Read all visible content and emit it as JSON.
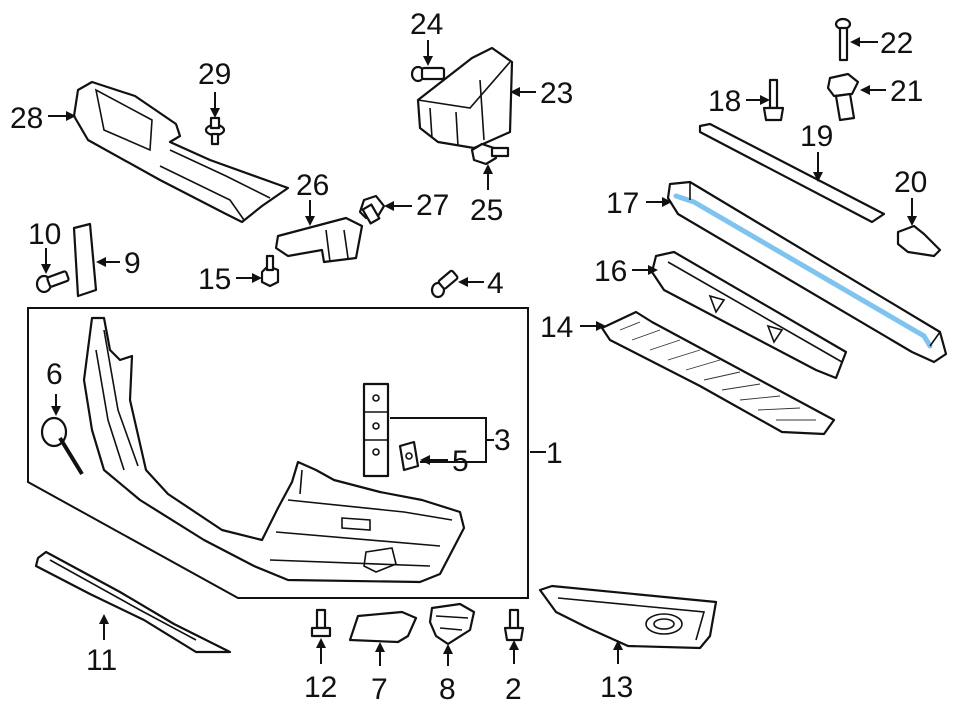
{
  "callouts": [
    {
      "id": "c1",
      "text": "1"
    },
    {
      "id": "c2",
      "text": "2"
    },
    {
      "id": "c3",
      "text": "3"
    },
    {
      "id": "c4",
      "text": "4"
    },
    {
      "id": "c5",
      "text": "5"
    },
    {
      "id": "c6",
      "text": "6"
    },
    {
      "id": "c7",
      "text": "7"
    },
    {
      "id": "c8",
      "text": "8"
    },
    {
      "id": "c9",
      "text": "9"
    },
    {
      "id": "c10",
      "text": "10"
    },
    {
      "id": "c11",
      "text": "11"
    },
    {
      "id": "c12",
      "text": "12"
    },
    {
      "id": "c13",
      "text": "13"
    },
    {
      "id": "c14",
      "text": "14"
    },
    {
      "id": "c15",
      "text": "15"
    },
    {
      "id": "c16",
      "text": "16"
    },
    {
      "id": "c17",
      "text": "17"
    },
    {
      "id": "c18",
      "text": "18"
    },
    {
      "id": "c19",
      "text": "19"
    },
    {
      "id": "c20",
      "text": "20"
    },
    {
      "id": "c21",
      "text": "21"
    },
    {
      "id": "c22",
      "text": "22"
    },
    {
      "id": "c23",
      "text": "23"
    },
    {
      "id": "c24",
      "text": "24"
    },
    {
      "id": "c25",
      "text": "25"
    },
    {
      "id": "c26",
      "text": "26"
    },
    {
      "id": "c27",
      "text": "27"
    },
    {
      "id": "c28",
      "text": "28"
    },
    {
      "id": "c29",
      "text": "29"
    }
  ],
  "highlight_color": "#7fc4ee",
  "line_color": "#111111"
}
